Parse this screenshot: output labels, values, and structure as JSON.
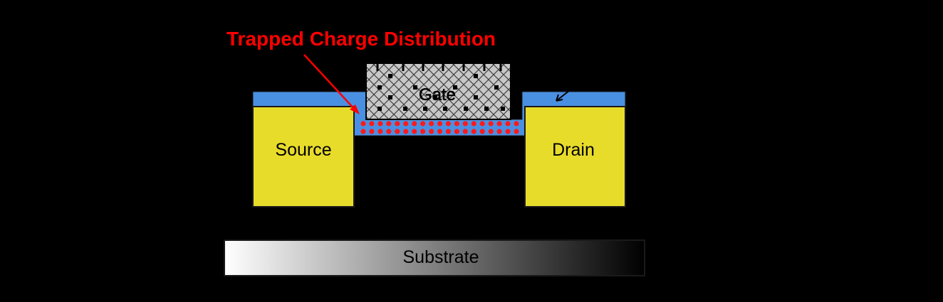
{
  "diagram": {
    "annotation": "Trapped Charge Distribution",
    "gate_label": "Gate",
    "source_label": "Source",
    "drain_label": "Drain",
    "substrate_label": "Substrate"
  },
  "colors": {
    "background": "#000000",
    "oxide": "#4a90e2",
    "source_drain_fill": "#e8dc2b",
    "annotation": "#ff0000",
    "trapped_charge": "#ff1a1a",
    "gate_fill": "#c8c8c8",
    "substrate_gradient_start": "#ffffff",
    "substrate_gradient_end": "#000000"
  },
  "trapped_charges": {
    "rows": 2,
    "per_row": 19
  }
}
